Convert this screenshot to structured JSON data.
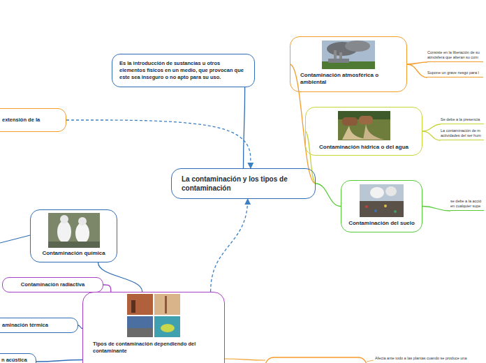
{
  "diagram": {
    "nodes": [
      {
        "text": [
          "La contaminación y los tipos de contaminación"
        ]
      },
      {
        "text": [
          "Es la introducción de sustancias u otros elementos físicos en un medio, que provocan que este sea inseguro o no apto para su uso."
        ]
      },
      {
        "text": [
          "extensión de la"
        ]
      },
      {
        "text": [
          "Contaminación atmosférica o ambiental"
        ]
      },
      {
        "text": [
          "Consiste en la liberación de su atmósfera que alteran su com"
        ]
      },
      {
        "text": [
          "Supone un grave riesgo para l"
        ]
      },
      {
        "text": [
          "Contaminación hídrica o del agua"
        ]
      },
      {
        "text": [
          "Se debe a la presencia"
        ]
      },
      {
        "text": [
          "La contaminación de m actividades del ser hum"
        ]
      },
      {
        "text": [
          "Contaminación del suelo"
        ]
      },
      {
        "text": [
          "se debe a la acció en cualquier supe"
        ]
      },
      {
        "text": [
          "Contaminación química"
        ]
      },
      {
        "text": [
          "Contaminación radiactiva"
        ]
      },
      {
        "text": [
          "aminación térmica"
        ]
      },
      {
        "text": [
          "n acústica"
        ]
      },
      {
        "text": [
          "Tipos de contaminación dependiendo del contaminante"
        ]
      }
    ],
    "edges": [
      {
        "from": 0,
        "to": 1,
        "arrow": "none"
      },
      {
        "from": 2,
        "to": 0,
        "arrow": "to"
      },
      {
        "from": 0,
        "to": 3,
        "arrow": "none"
      },
      {
        "from": 0,
        "to": 6,
        "arrow": "none"
      },
      {
        "from": 0,
        "to": 9,
        "arrow": "none"
      },
      {
        "from": 3,
        "to": 4,
        "arrow": "none"
      },
      {
        "from": 3,
        "to": 5,
        "arrow": "none"
      },
      {
        "from": 6,
        "to": 7,
        "arrow": "none"
      },
      {
        "from": 6,
        "to": 8,
        "arrow": "none"
      },
      {
        "from": 9,
        "to": 10,
        "arrow": "none"
      },
      {
        "from": 15,
        "to": 0,
        "arrow": "to"
      },
      {
        "from": 15,
        "to": 11,
        "arrow": "none"
      },
      {
        "from": 15,
        "to": 12,
        "arrow": "none"
      },
      {
        "from": 15,
        "to": 13,
        "arrow": "none"
      },
      {
        "from": 15,
        "to": 14,
        "arrow": "none"
      }
    ],
    "labels": [
      "Afecta ante todo a las plantas cuando se produce una"
    ]
  }
}
